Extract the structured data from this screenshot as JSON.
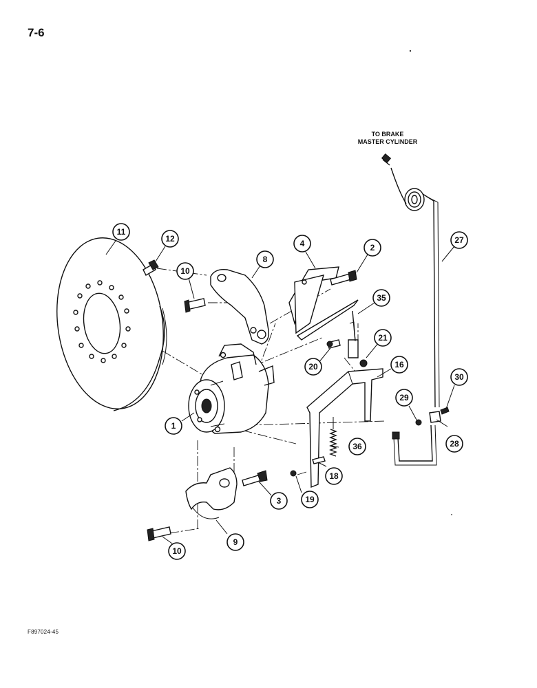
{
  "page": {
    "page_number": "7-6",
    "figure_code": "F897024-45"
  },
  "caption": {
    "line1": "TO BRAKE",
    "line2": "MASTER CYLINDER"
  },
  "callouts": [
    {
      "id": "c11",
      "label": "11"
    },
    {
      "id": "c12",
      "label": "12"
    },
    {
      "id": "c10a",
      "label": "10"
    },
    {
      "id": "c8",
      "label": "8"
    },
    {
      "id": "c4",
      "label": "4"
    },
    {
      "id": "c2",
      "label": "2"
    },
    {
      "id": "c27",
      "label": "27"
    },
    {
      "id": "c35",
      "label": "35"
    },
    {
      "id": "c21",
      "label": "21"
    },
    {
      "id": "c20",
      "label": "20"
    },
    {
      "id": "c16",
      "label": "16"
    },
    {
      "id": "c30",
      "label": "30"
    },
    {
      "id": "c29",
      "label": "29"
    },
    {
      "id": "c1",
      "label": "1"
    },
    {
      "id": "c28",
      "label": "28"
    },
    {
      "id": "c36",
      "label": "36"
    },
    {
      "id": "c18",
      "label": "18"
    },
    {
      "id": "c3",
      "label": "3"
    },
    {
      "id": "c19",
      "label": "19"
    },
    {
      "id": "c10b",
      "label": "10"
    },
    {
      "id": "c9",
      "label": "9"
    }
  ]
}
